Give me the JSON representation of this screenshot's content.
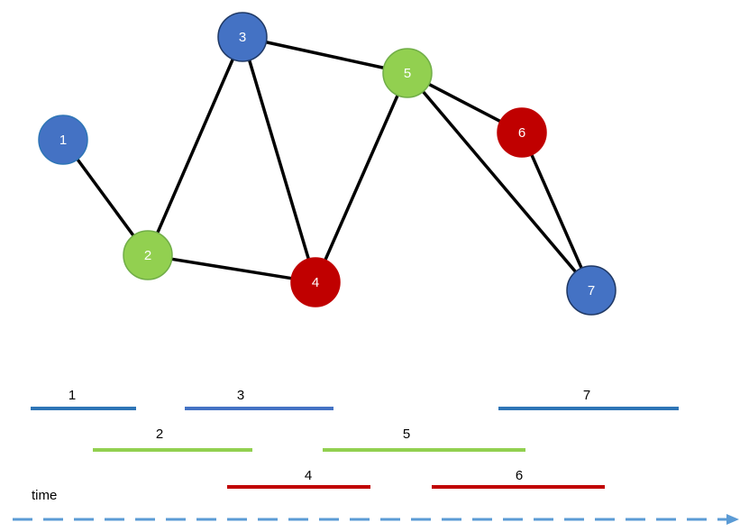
{
  "graph": {
    "nodes": [
      {
        "id": "1",
        "label": "1",
        "fill": "#4472c4",
        "stroke": "#2e75b6"
      },
      {
        "id": "2",
        "label": "2",
        "fill": "#92d050",
        "stroke": "#70ad47"
      },
      {
        "id": "3",
        "label": "3",
        "fill": "#4472c4",
        "stroke": "#1f3864"
      },
      {
        "id": "4",
        "label": "4",
        "fill": "#c00000",
        "stroke": "#c00000"
      },
      {
        "id": "5",
        "label": "5",
        "fill": "#92d050",
        "stroke": "#70ad47"
      },
      {
        "id": "6",
        "label": "6",
        "fill": "#c00000",
        "stroke": "#c00000"
      },
      {
        "id": "7",
        "label": "7",
        "fill": "#4472c4",
        "stroke": "#1f3864"
      }
    ],
    "edges": [
      [
        "1",
        "2"
      ],
      [
        "2",
        "3"
      ],
      [
        "2",
        "4"
      ],
      [
        "3",
        "4"
      ],
      [
        "3",
        "5"
      ],
      [
        "4",
        "5"
      ],
      [
        "5",
        "6"
      ],
      [
        "5",
        "7"
      ],
      [
        "6",
        "7"
      ]
    ],
    "edge_color": "#000000"
  },
  "timeline": {
    "time_label": "time",
    "arrow_color": "#5b9bd5",
    "intervals": [
      {
        "label": "1",
        "color": "#2e75b6"
      },
      {
        "label": "3",
        "color": "#4472c4"
      },
      {
        "label": "7",
        "color": "#2e75b6"
      },
      {
        "label": "2",
        "color": "#92d050"
      },
      {
        "label": "5",
        "color": "#92d050"
      },
      {
        "label": "4",
        "color": "#c00000"
      },
      {
        "label": "6",
        "color": "#c00000"
      }
    ]
  }
}
